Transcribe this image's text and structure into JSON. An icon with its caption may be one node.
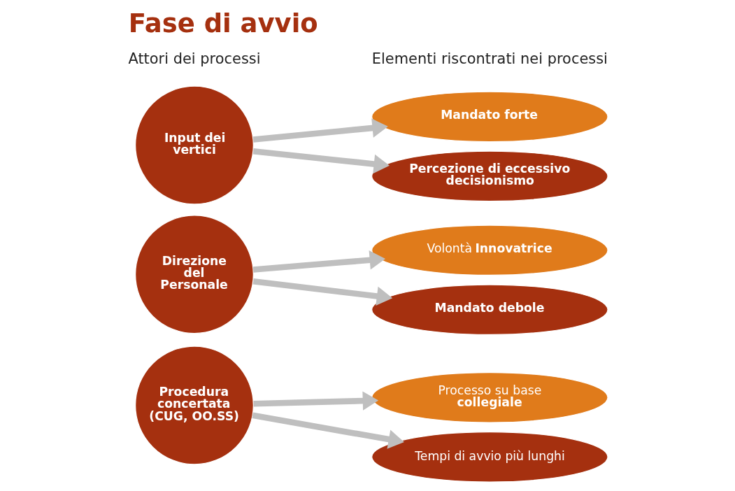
{
  "diagram": {
    "title": "Fase di avvio",
    "nodes": [
      {
        "text": [
          "Input dei vertici"
        ]
      },
      {
        "text": [
          "Mandato forte"
        ]
      },
      {
        "text": [
          "Percezione di eccessivo decisionismo"
        ]
      },
      {
        "text": [
          "Direzione del Personale"
        ]
      },
      {
        "text": [
          "Volontà **Innovatrice**"
        ]
      },
      {
        "text": [
          "Mandato debole"
        ]
      },
      {
        "text": [
          "Procedura concertata (CUG, OO.SS)"
        ]
      },
      {
        "text": [
          "Processo su base **collegiale**"
        ]
      },
      {
        "text": [
          "Tempi di avvio più lunghi"
        ]
      }
    ],
    "edges": [
      {
        "from": 0,
        "to": 1,
        "arrow": "to"
      },
      {
        "from": 0,
        "to": 2,
        "arrow": "to"
      },
      {
        "from": 3,
        "to": 4,
        "arrow": "to"
      },
      {
        "from": 3,
        "to": 5,
        "arrow": "to"
      },
      {
        "from": 6,
        "to": 7,
        "arrow": "to"
      },
      {
        "from": 6,
        "to": 8,
        "arrow": "to"
      }
    ],
    "labels": [
      "Attori dei processi",
      "Elementi riscontrati nei processi"
    ]
  }
}
